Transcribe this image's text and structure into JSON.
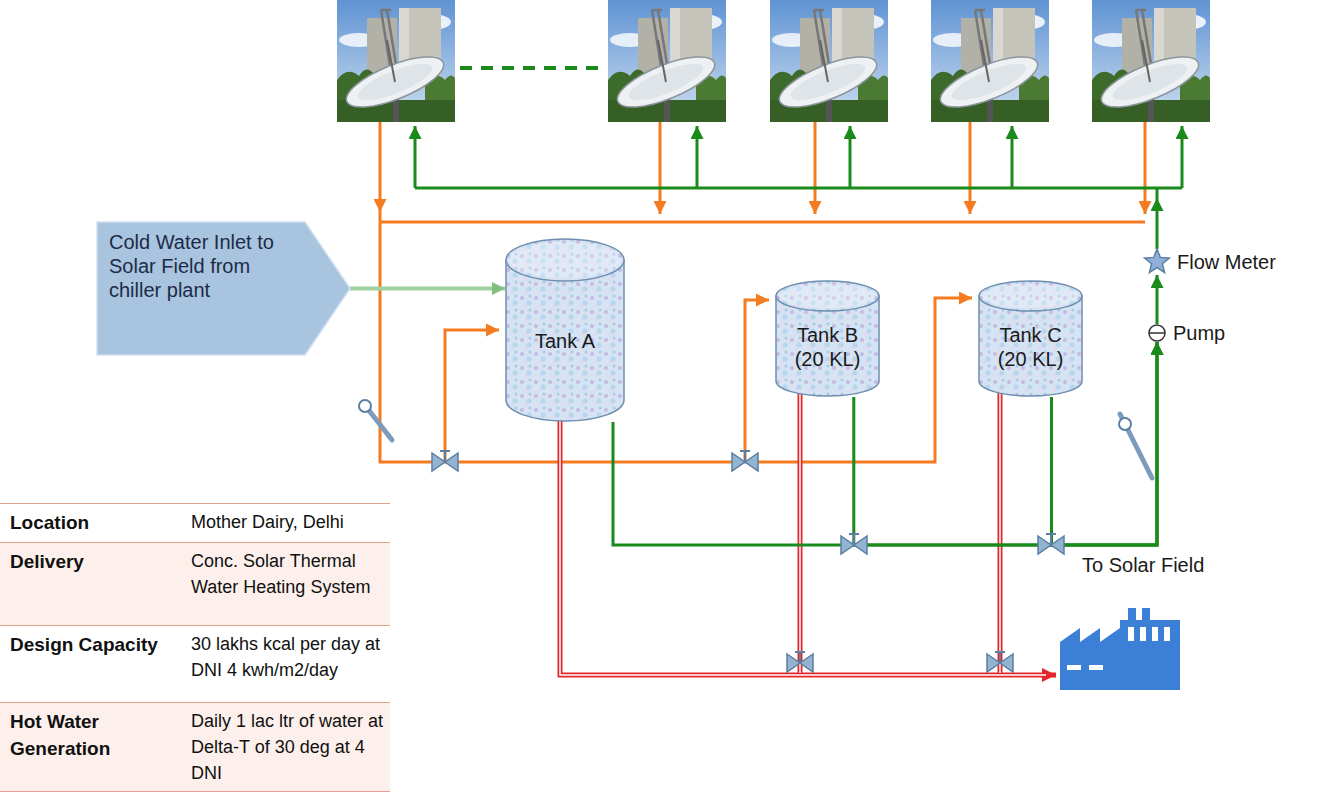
{
  "diagram": {
    "nodes": [
      {
        "text": [
          "Cold Water Inlet to Solar Field from chiller plant"
        ]
      },
      {
        "text": [
          "Tank A"
        ]
      },
      {
        "text": [
          "Tank B (20 KL)"
        ]
      },
      {
        "text": [
          "Tank C (20 KL)"
        ]
      },
      {
        "text": [
          "Flow Meter"
        ]
      },
      {
        "text": [
          "Pump"
        ]
      }
    ],
    "edges": [
      {
        "from": 0,
        "to": 1,
        "arrow": "to"
      },
      {
        "from": 1,
        "to": 5,
        "arrow": "to"
      },
      {
        "from": 2,
        "to": 5,
        "arrow": "to"
      },
      {
        "from": 3,
        "to": 5,
        "arrow": "to"
      },
      {
        "from": 5,
        "to": 4,
        "arrow": "to"
      }
    ],
    "labels": [
      "To Solar Field",
      "Location",
      "Mother Dairy, Delhi",
      "Delivery",
      "Conc. Solar Thermal Water Heating System",
      "Design Capacity",
      "30 lakhs kcal per day at DNI 4 kwh/m2/day",
      "Hot Water Generation",
      "Daily 1 lac ltr of water at Delta-T of 30 deg at 4 DNI"
    ]
  }
}
